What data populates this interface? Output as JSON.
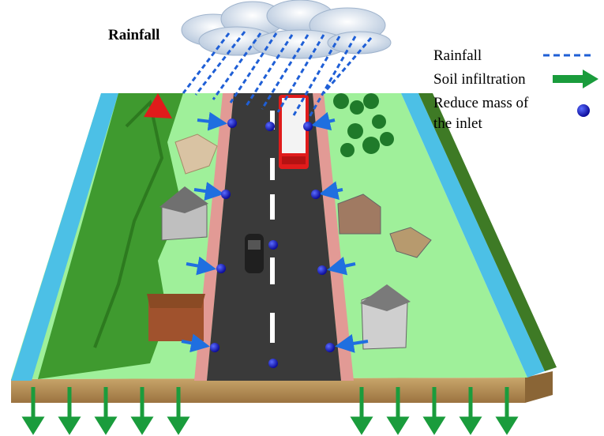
{
  "diagram": {
    "rain_label": "Rainfall",
    "legend": {
      "rainfall": "Rainfall",
      "soil_infiltration": "Soil infiltration",
      "inlet_line1": "Reduce mass of",
      "inlet_line2": "the inlet"
    },
    "colors": {
      "rain": "#1f5fd6",
      "infiltration": "#1a9c3c",
      "inlet": "#1414b4",
      "road": "#3a3a3a",
      "sidewalk": "#e29a95",
      "grass": "#9ff09a",
      "river": "#4cc0e6",
      "hill": "#3f9a2f",
      "soil": "#b08a55",
      "bus": "#e01b1b"
    }
  }
}
